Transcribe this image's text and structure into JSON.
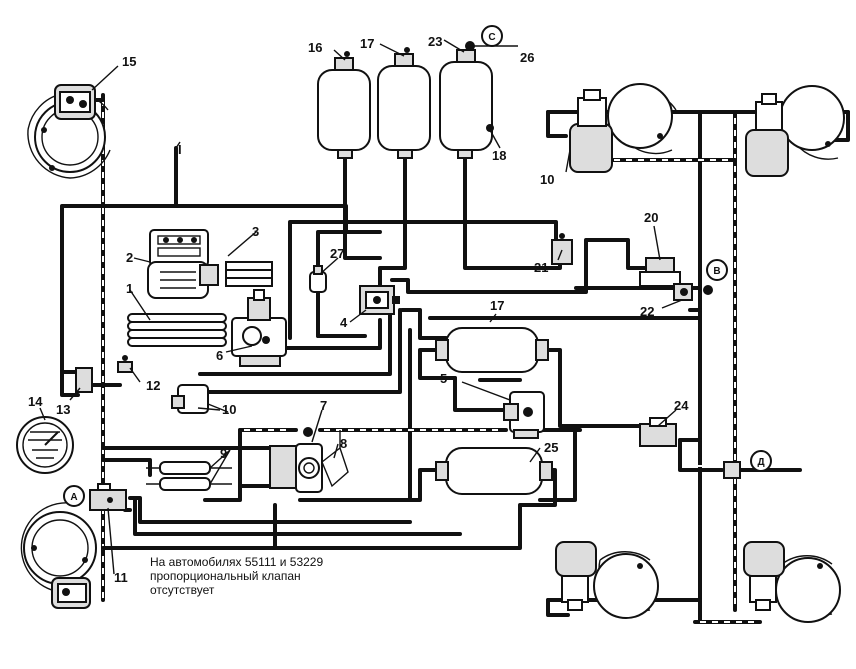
{
  "labels": {
    "n1": "1",
    "n2": "2",
    "n3": "3",
    "n4": "4",
    "n5": "5",
    "n6": "6",
    "n7": "7",
    "n8": "8",
    "n9": "9",
    "n10a": "10",
    "n10b": "10",
    "n11": "11",
    "n12": "12",
    "n13": "13",
    "n14": "14",
    "n15": "15",
    "n16": "16",
    "n17a": "17",
    "n17b": "17",
    "n18": "18",
    "n20": "20",
    "n21": "21",
    "n22": "22",
    "n23": "23",
    "n24": "24",
    "n25": "25",
    "n26": "26",
    "n27": "27",
    "nI": "I"
  },
  "circles": {
    "A": "А",
    "B": "В",
    "C": "С",
    "D": "Д"
  },
  "note": {
    "line1": "На автомобилях 55111 и 53229",
    "line2": "пропорциональный клапан",
    "line3": "отсутствует"
  }
}
